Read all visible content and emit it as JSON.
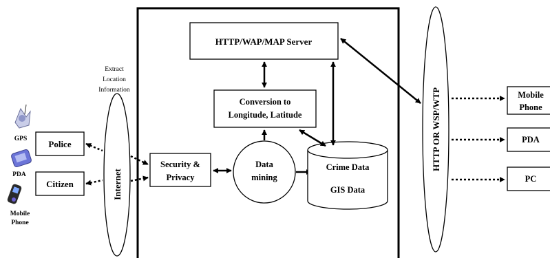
{
  "devices": {
    "gps": "GPS",
    "pda": "PDA",
    "mobile_line1": "Mobile",
    "mobile_line2": "Phone"
  },
  "extract": {
    "line1": "Extract",
    "line2": "Location",
    "line3": "Information"
  },
  "users": {
    "police": "Police",
    "citizen": "Citizen"
  },
  "internet": "Internet",
  "security": {
    "line1": "Security &",
    "line2": "Privacy"
  },
  "data_mining": {
    "line1": "Data",
    "line2": "mining"
  },
  "conversion": {
    "line1": "Conversion to",
    "line2": "Longitude, Latitude"
  },
  "server": "HTTP/WAP/MAP Server",
  "database": {
    "line1": "Crime Data",
    "line2": "GIS Data"
  },
  "protocol": "HTTP OR WSP/WTP",
  "clients": {
    "mobile_line1": "Mobile",
    "mobile_line2": "Phone",
    "pda": "PDA",
    "pc": "PC"
  }
}
